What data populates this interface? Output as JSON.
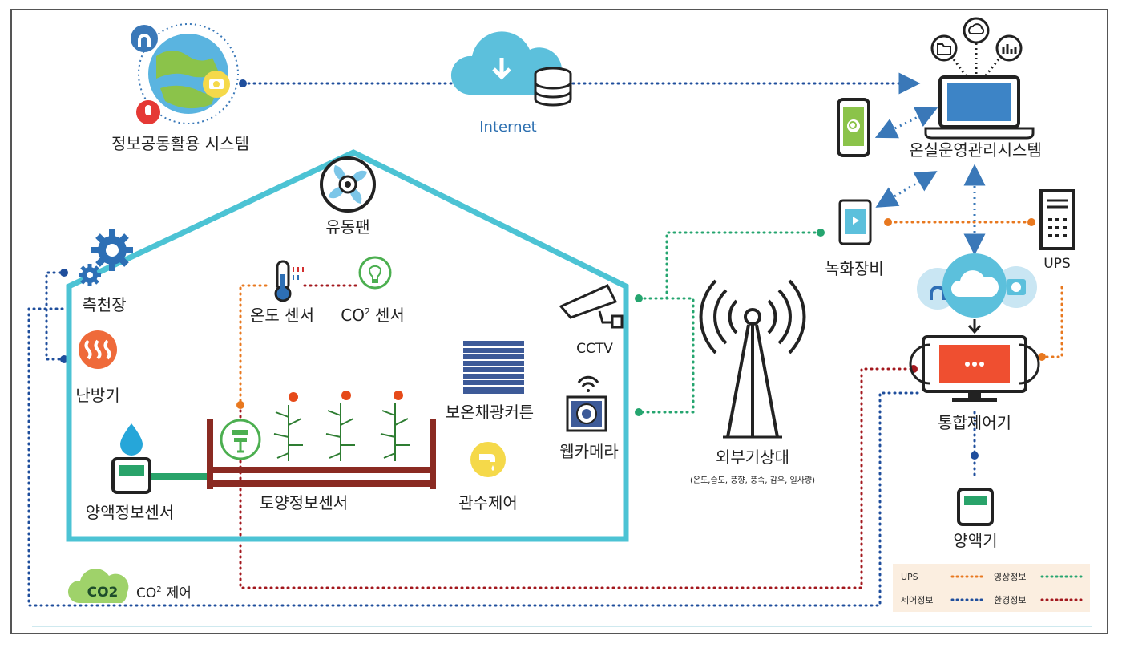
{
  "colors": {
    "house": "#4cc3d4",
    "blue_dot": "#1f4e9c",
    "orange_dot": "#e8781f",
    "green_dot": "#25a56f",
    "red_dot": "#a3181e",
    "accent_blue": "#3a78b8",
    "legend_bg": "#fbeee0"
  },
  "labels": {
    "info_system": "정보공동활용 시스템",
    "internet": "Internet",
    "greenhouse_mgmt": "온실운영관리시스템",
    "fan": "유동팬",
    "weather_station": "측천장",
    "temp_sensor": "온도 센서",
    "co2_sensor_prefix": "CO",
    "co2_sensor_suffix": "센서",
    "heater": "난방기",
    "thermal_curtain": "보온채광커튼",
    "cctv": "CCTV",
    "webcam": "웹카메라",
    "nutrient_sensor": "양액정보센서",
    "soil_sensor": "토양정보센서",
    "irrigation": "관수제어",
    "recorder": "녹화장비",
    "ups": "UPS",
    "integrated_controller": "통합제어기",
    "nutrient_machine": "양액기",
    "external_weather": "외부기상대",
    "external_weather_sub": "(온도,습도, 풍향, 풍속, 감우, 일사량)",
    "co2_badge": "CO2",
    "co2_control_prefix": "CO",
    "co2_control_suffix": "제어",
    "superscript_two": "2"
  },
  "legend": {
    "ups": "UPS",
    "video": "영상정보",
    "control": "제어정보",
    "environment": "환경정보"
  },
  "icons": [
    "globe-icon",
    "cloud-database-icon",
    "laptop-icon",
    "smartphone-icon",
    "fan-icon",
    "gear-icon",
    "thermometer-icon",
    "co2-leaf-icon",
    "heater-icon",
    "water-drop-icon",
    "cctv-icon",
    "webcam-icon",
    "curtain-icon",
    "faucet-icon",
    "soil-sensor-icon",
    "tomato-plant-icon",
    "antenna-tower-icon",
    "video-recorder-icon",
    "ups-icon",
    "controller-monitor-icon",
    "nutrient-device-icon",
    "co2-cloud-icon"
  ]
}
